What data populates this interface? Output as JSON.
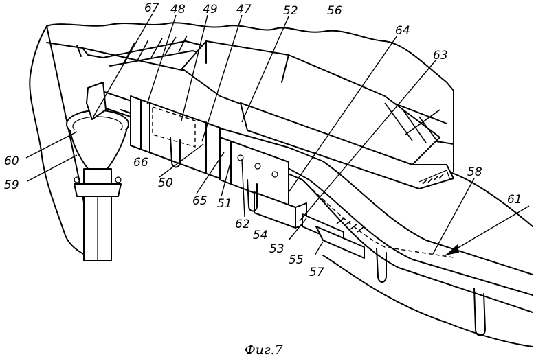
{
  "figure": {
    "caption": "Фиг.7",
    "labels": {
      "l67": "67",
      "l48": "48",
      "l49": "49",
      "l47": "47",
      "l52": "52",
      "l56": "56",
      "l64": "64",
      "l63": "63",
      "l60": "60",
      "l59": "59",
      "l66": "66",
      "l50": "50",
      "l65": "65",
      "l51": "51",
      "l62": "62",
      "l54": "54",
      "l53": "53",
      "l55": "55",
      "l57": "57",
      "l58": "58",
      "l61": "61"
    }
  }
}
